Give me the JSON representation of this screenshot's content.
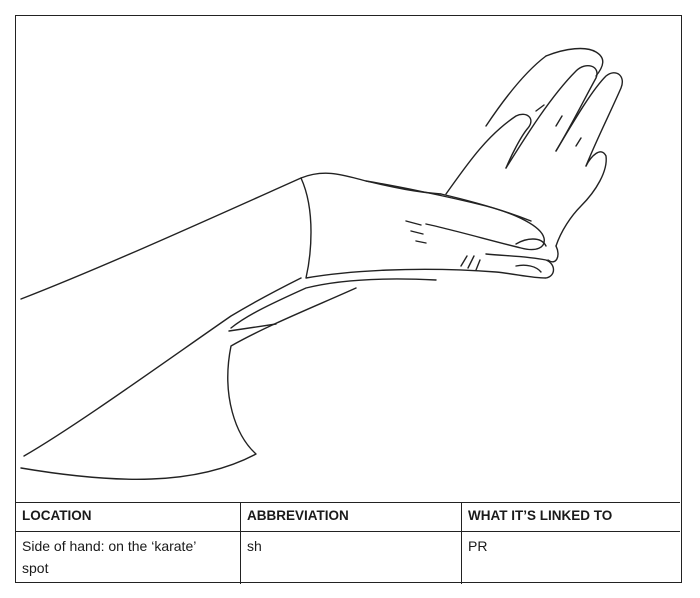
{
  "table": {
    "headers": [
      "LOCATION",
      "ABBREVIATION",
      "WHAT IT’S LINKED TO"
    ],
    "rows": [
      [
        "Side of hand: on the ‘karate’ spot",
        "sh",
        "PR"
      ]
    ]
  }
}
